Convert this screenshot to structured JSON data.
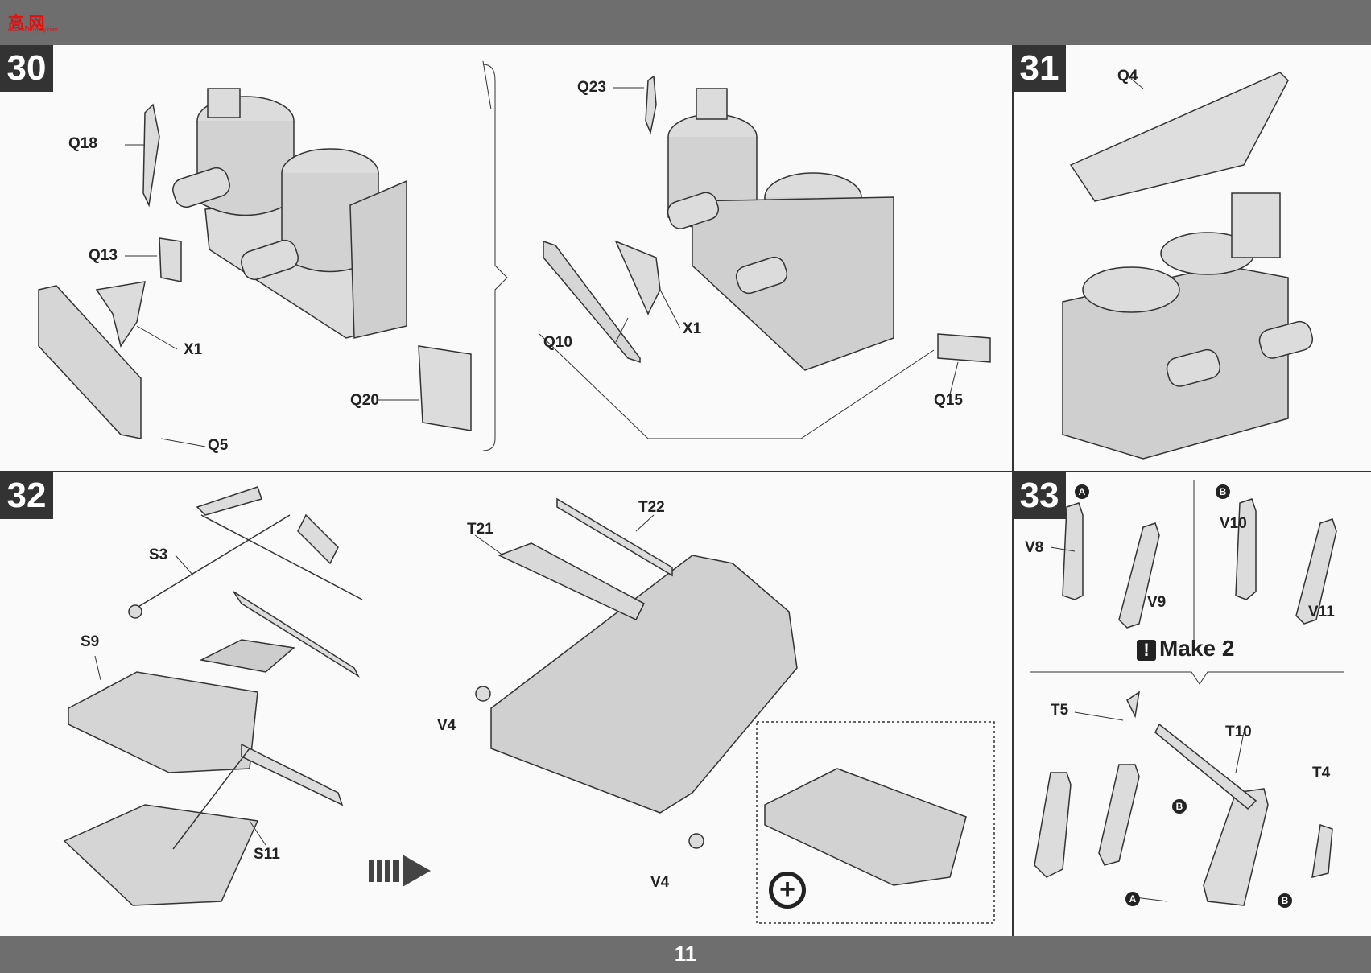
{
  "header": {
    "logo_text": "高.网",
    "logo_sub": "www.hobbybuy.com"
  },
  "steps": {
    "s30": "30",
    "s31": "31",
    "s32": "32",
    "s33": "33"
  },
  "labels30": {
    "q18": "Q18",
    "q13": "Q13",
    "x1a": "X1",
    "q20": "Q20",
    "q5": "Q5",
    "q23": "Q23",
    "q10": "Q10",
    "x1b": "X1",
    "q15": "Q15"
  },
  "labels31": {
    "q4": "Q4"
  },
  "labels32": {
    "s3": "S3",
    "s9": "S9",
    "s11": "S11",
    "t21": "T21",
    "t22": "T22",
    "v4a": "V4",
    "v4b": "V4"
  },
  "labels33": {
    "a_marker": "A",
    "b_marker": "B",
    "v8": "V8",
    "v9": "V9",
    "v10": "V10",
    "v11": "V11",
    "make2": "Make 2",
    "t5": "T5",
    "t10": "T10",
    "t4": "T4",
    "b1": "B",
    "a2": "A",
    "b2": "B"
  },
  "footer": {
    "page_number": "11"
  }
}
